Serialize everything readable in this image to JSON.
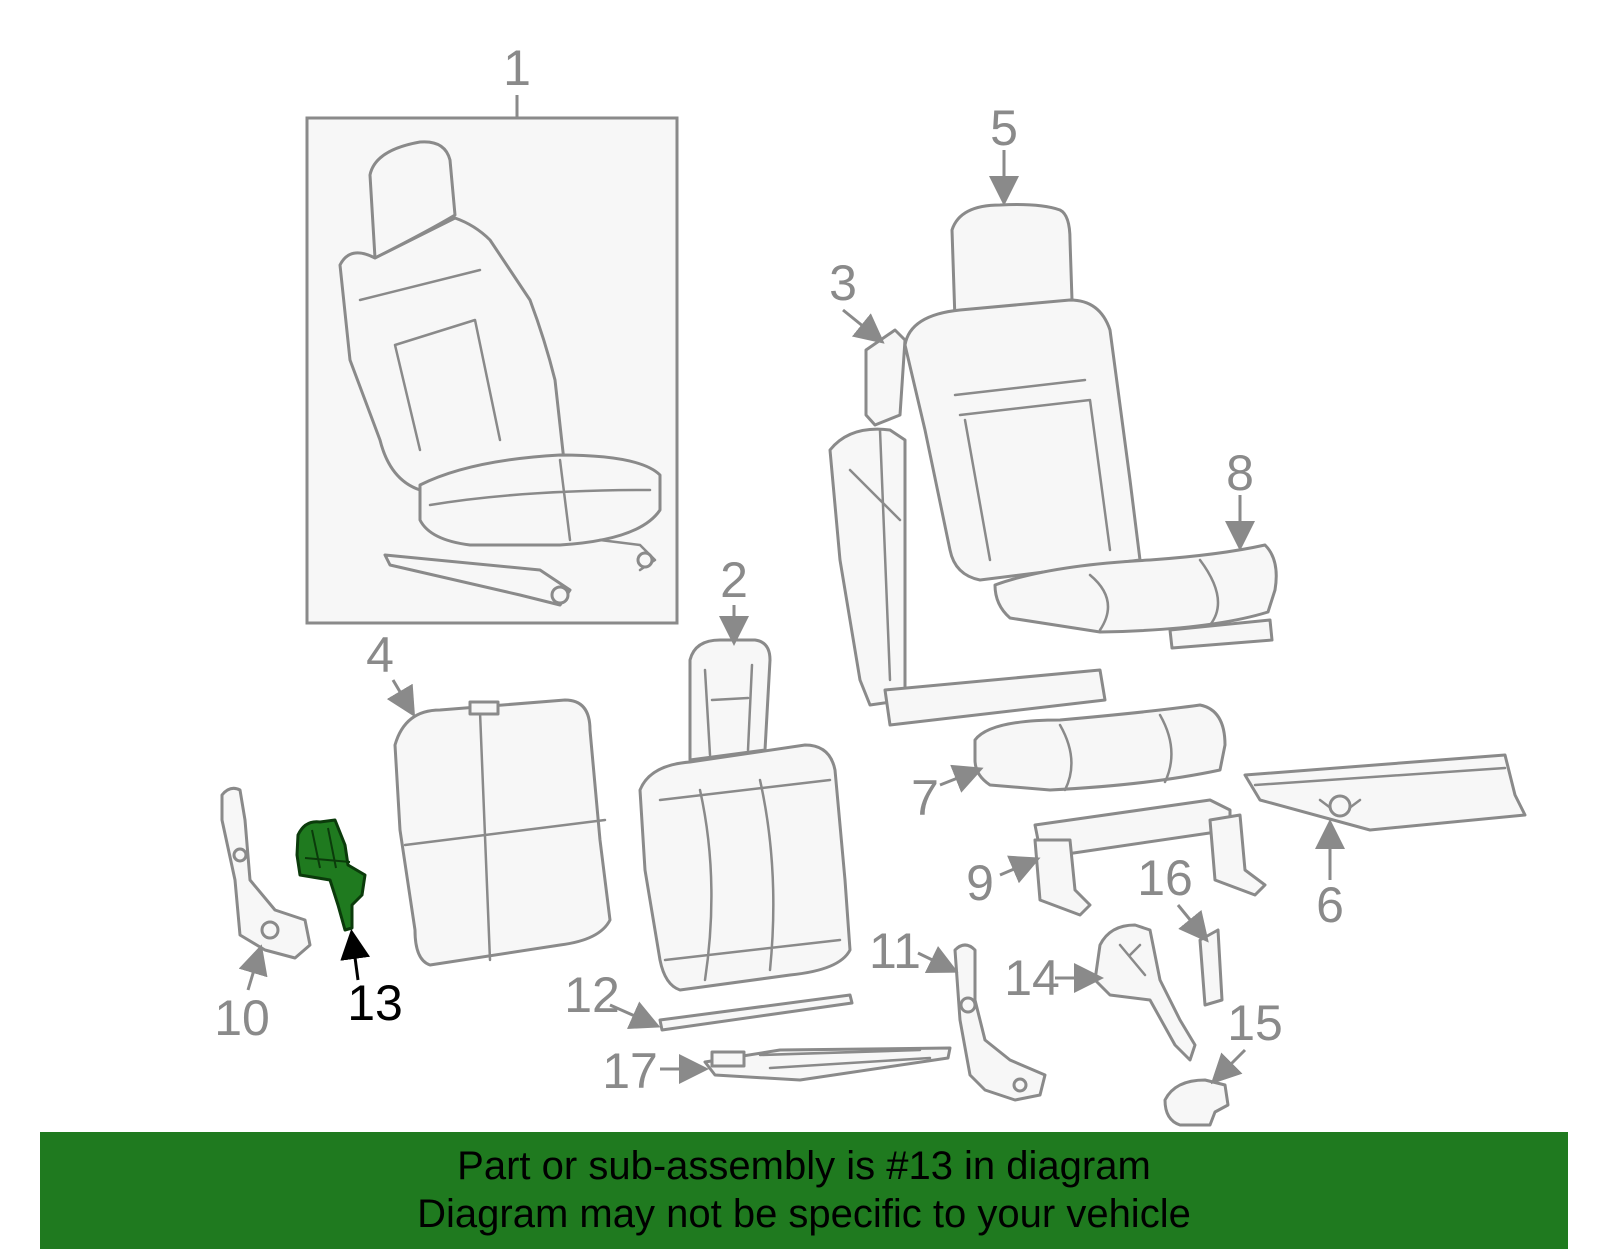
{
  "colors": {
    "line": "#8a8a8a",
    "highlight": "#1f7a1f",
    "banner": "#1f7a1f",
    "active_text": "#000000"
  },
  "callouts": [
    "1",
    "2",
    "3",
    "4",
    "5",
    "6",
    "7",
    "8",
    "9",
    "10",
    "11",
    "12",
    "13",
    "14",
    "15",
    "16",
    "17"
  ],
  "highlighted_part": "13",
  "banner": {
    "line1": "Part or sub-assembly is #13 in diagram",
    "line2": "Diagram may not be specific to your vehicle"
  }
}
